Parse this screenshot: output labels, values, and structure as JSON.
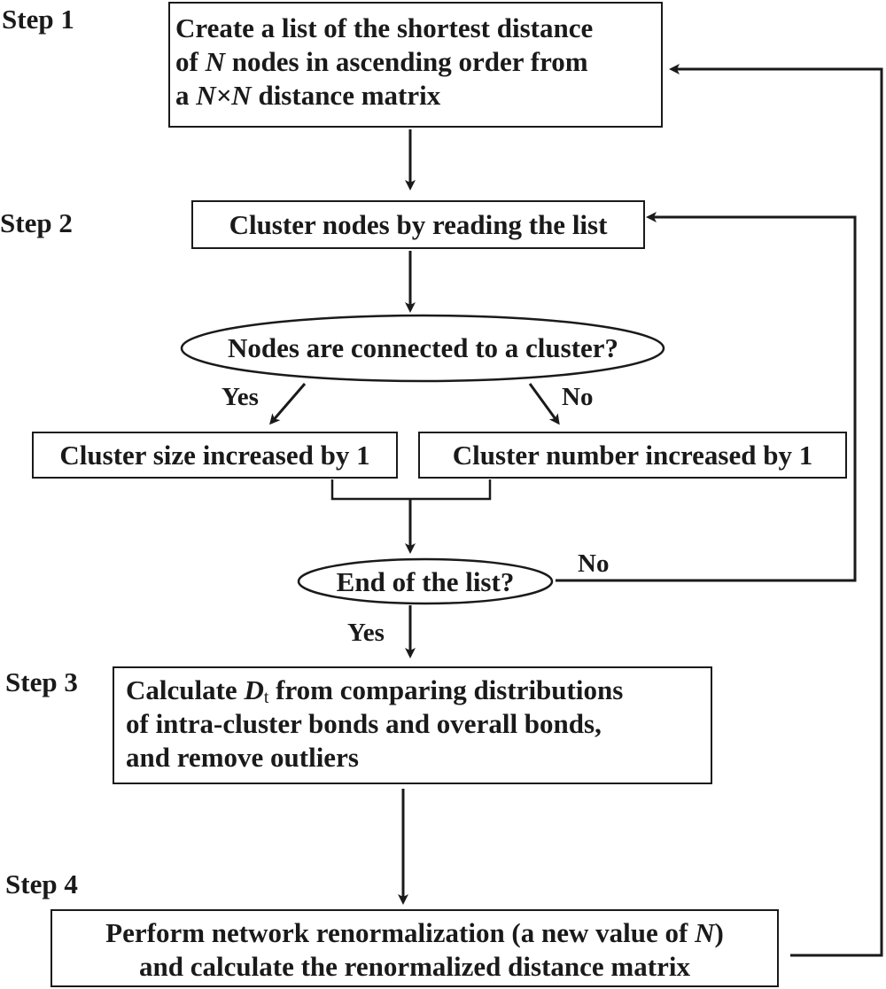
{
  "steps": {
    "step1": "Step 1",
    "step2": "Step 2",
    "step3": "Step 3",
    "step4": "Step 4"
  },
  "box1": {
    "line1": "Create a list of the shortest distance",
    "line2_pre": "of ",
    "line2_var": "N",
    "line2_post": " nodes in ascending order from",
    "line3_pre": "a ",
    "line3_var": "N×N",
    "line3_post": " distance matrix"
  },
  "box2": {
    "text": "Cluster nodes by reading the list"
  },
  "decision1": {
    "text": "Nodes are connected to a cluster?"
  },
  "branch": {
    "yes": "Yes",
    "no": "No"
  },
  "box_yes": {
    "text": "Cluster size increased by 1"
  },
  "box_no": {
    "text": "Cluster number increased by 1"
  },
  "decision2": {
    "text": "End of the list?"
  },
  "loop": {
    "no": "No",
    "yes": "Yes"
  },
  "box3": {
    "line1_pre": "Calculate ",
    "line1_var": "D",
    "line1_sub": "t",
    "line1_post": " from comparing distributions",
    "line2": "of intra-cluster bonds and  overall bonds,",
    "line3": "and remove outliers"
  },
  "box4": {
    "line1_pre": "Perform network renormalization (a new value of ",
    "line1_var": "N",
    "line1_post": ")",
    "line2": "and calculate the renormalized distance matrix"
  },
  "colors": {
    "ink": "#1a1a1a",
    "background": "#ffffff"
  }
}
